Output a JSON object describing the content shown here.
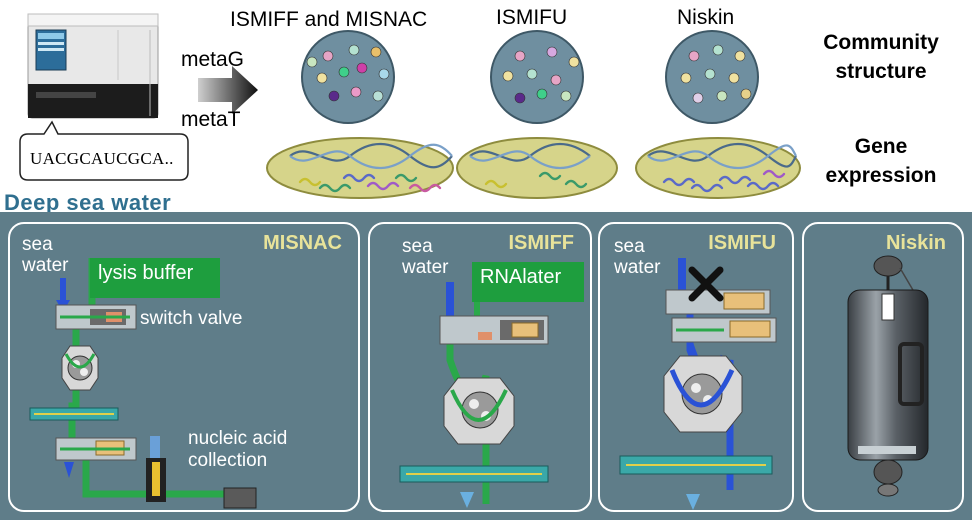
{
  "top": {
    "group_titles": [
      "ISMIFF and MISNAC",
      "ISMIFU",
      "Niskin"
    ],
    "arrow_labels": {
      "top": "metaG",
      "bottom": "metaT"
    },
    "sequence_bubble": "UACGCAUCGCA..",
    "right_titles": {
      "community": "Community\nstructure",
      "gene": "Gene\nexpression"
    },
    "section_label": "Deep sea water"
  },
  "panels": {
    "misnac": {
      "title": "MISNAC",
      "sea_water": "sea\nwater",
      "buffer": "lysis buffer",
      "valve": "switch valve",
      "collection": "nucleic acid\ncollection"
    },
    "ismiff": {
      "title": "ISMIFF",
      "sea_water": "sea\nwater",
      "buffer": "RNAlater"
    },
    "ismifu": {
      "title": "ISMIFU",
      "sea_water": "sea\nwater"
    },
    "niskin": {
      "title": "Niskin"
    }
  },
  "colors": {
    "panel_bg": "#5f7d89",
    "flow_green": "#2aa84a",
    "flow_blue": "#2a52d6",
    "label_yellow": "#e8e39a",
    "deep_sea_text": "#2f6f8f",
    "circle_fill": "#6f8fa0",
    "oval_fill": "#d6d48a"
  }
}
